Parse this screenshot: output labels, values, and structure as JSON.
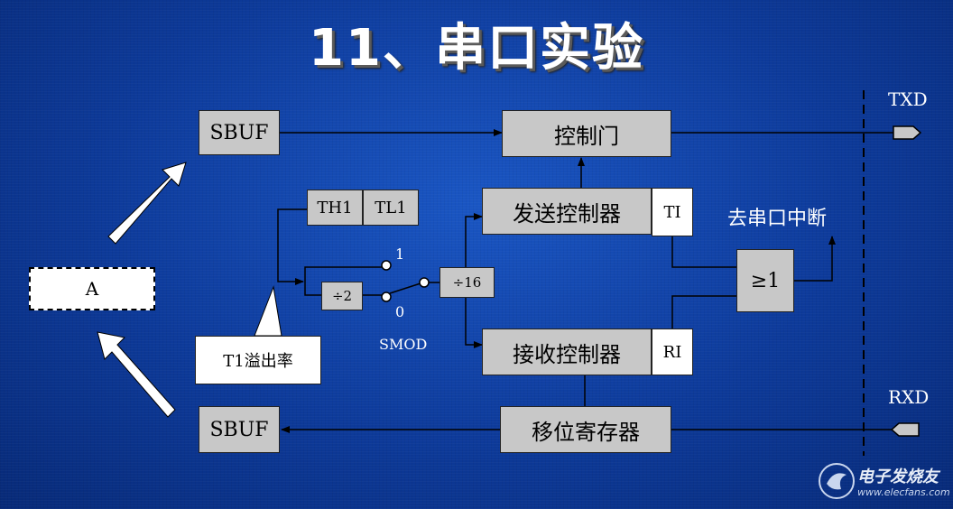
{
  "title": "11、串口实验",
  "blocks": {
    "sbuf_top": "SBUF",
    "control_gate": "控制门",
    "th1": "TH1",
    "tl1": "TL1",
    "send_controller": "发送控制器",
    "ti": "TI",
    "div16": "÷16",
    "div2": "÷2",
    "recv_controller": "接收控制器",
    "ri": "RI",
    "or_gate": "≥1",
    "shift_register": "移位寄存器",
    "sbuf_bottom": "SBUF",
    "a": "A"
  },
  "labels": {
    "txd": "TXD",
    "rxd": "RXD",
    "interrupt": "去串口中断",
    "t1_overflow": "T1溢出率",
    "smod": "SMOD",
    "switch_1": "1",
    "switch_0": "0"
  },
  "watermark": {
    "brand": "电子发烧友",
    "url": "www.elecfans.com"
  }
}
